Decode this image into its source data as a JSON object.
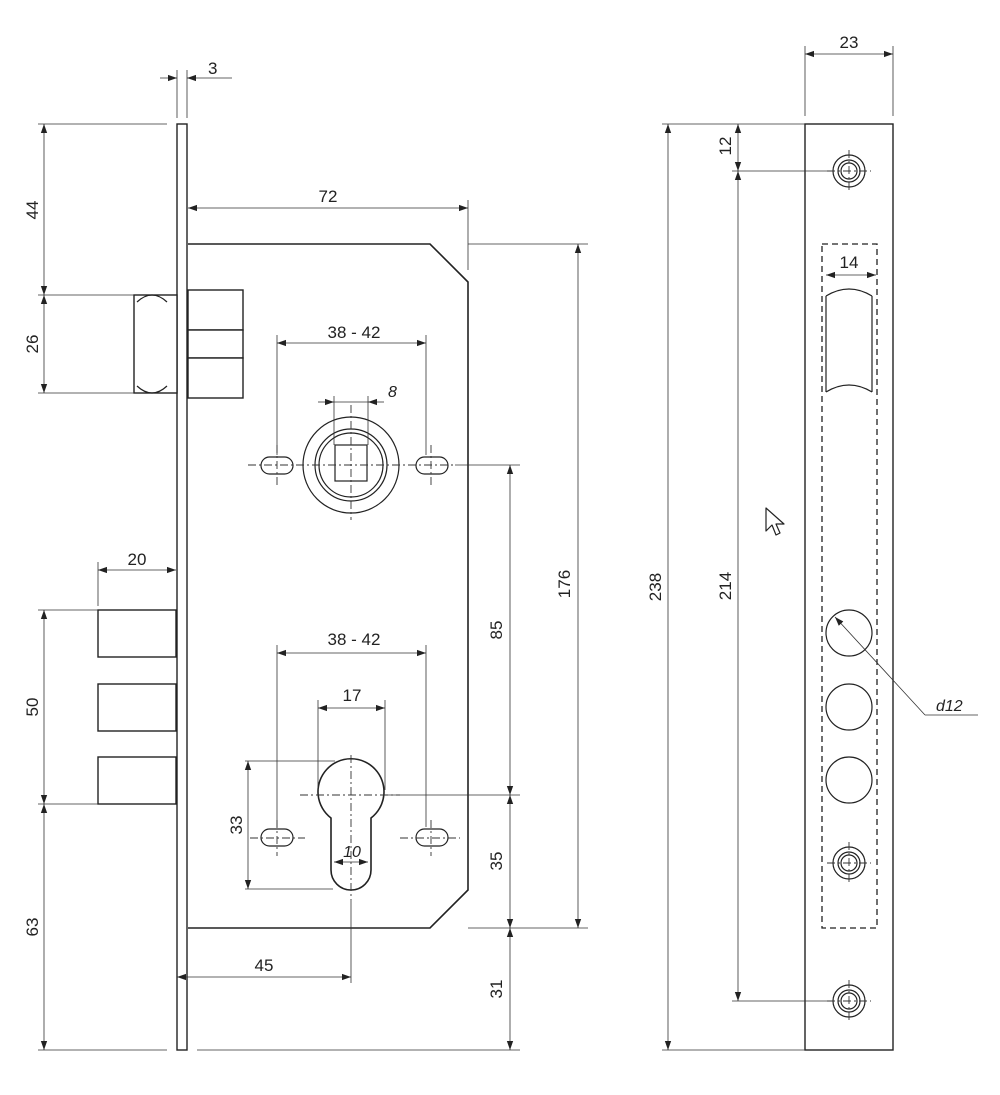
{
  "drawing": {
    "dimensions": {
      "faceplate_thickness": "3",
      "top_to_latch": "44",
      "latch_height": "26",
      "case_width": "72",
      "spindle_hole_spacing": "38 - 42",
      "spindle_square": "8",
      "bolt_projection": "20",
      "bolt_span": "50",
      "bottom_to_bolt": "63",
      "cylinder_hole_spacing": "38 - 42",
      "cylinder_width": "17",
      "cylinder_height": "33",
      "cylinder_slot_width": "10",
      "backset": "45",
      "spindle_to_cylinder": "85",
      "case_height": "176",
      "cylinder_to_case_bottom": "35",
      "case_bottom_to_plate_end": "31",
      "faceplate_width": "23",
      "top_to_screw_hole": "12",
      "faceplate_length": "238",
      "screw_hole_spacing": "214",
      "latch_window_width": "14",
      "bolt_diameter": "d12"
    }
  }
}
